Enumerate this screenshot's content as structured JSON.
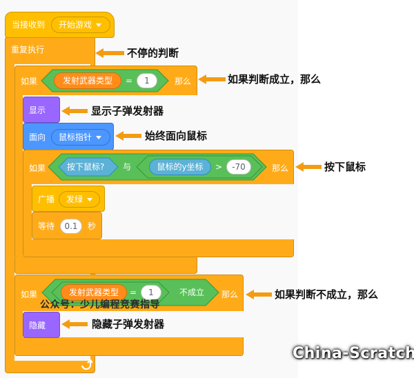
{
  "script": {
    "when_receive": {
      "label": "当接收到",
      "message": "开始游戏"
    },
    "forever_label": "重复执行",
    "if1": {
      "label_if": "如果",
      "reporter": "发射武器类型",
      "op": "=",
      "value": "1",
      "label_then": "那么"
    },
    "show_label": "显示",
    "point_towards": {
      "label": "面向",
      "target": "鼠标指针"
    },
    "if2": {
      "label_if": "如果",
      "sense_mouse": "按下鼠标?",
      "and_label": "与",
      "mouse_y": "鼠标的y坐标",
      "gt": ">",
      "threshold": "-70",
      "label_then": "那么"
    },
    "broadcast": {
      "label": "广播",
      "message": "发绿"
    },
    "wait": {
      "label": "等待",
      "value": "0.1",
      "unit": "秒"
    },
    "if3": {
      "label_if": "如果",
      "reporter": "发射武器类型",
      "op": "=",
      "value": "1",
      "not_label": "不成立",
      "label_then": "那么"
    },
    "hide_label": "隐藏"
  },
  "annotations": {
    "forever": "不停的判断",
    "if1": "如果判断成立，那么",
    "show": "显示子弹发射器",
    "point": "始终面向鼠标",
    "if2": "按下鼠标",
    "if3": "如果判断不成立，那么",
    "hide": "隐藏子弹发射器"
  },
  "watermarks": {
    "wechat": "公众号：少儿编程竞赛指导",
    "brand": "China-Scratch"
  },
  "colors": {
    "control": "#ffab19",
    "events": "#ffbf00",
    "looks": "#9966ff",
    "motion": "#4c97ff",
    "operators": "#59c059",
    "sensing": "#5cb1d6",
    "variables": "#ff8c1a",
    "arrow": "#f39c12"
  }
}
